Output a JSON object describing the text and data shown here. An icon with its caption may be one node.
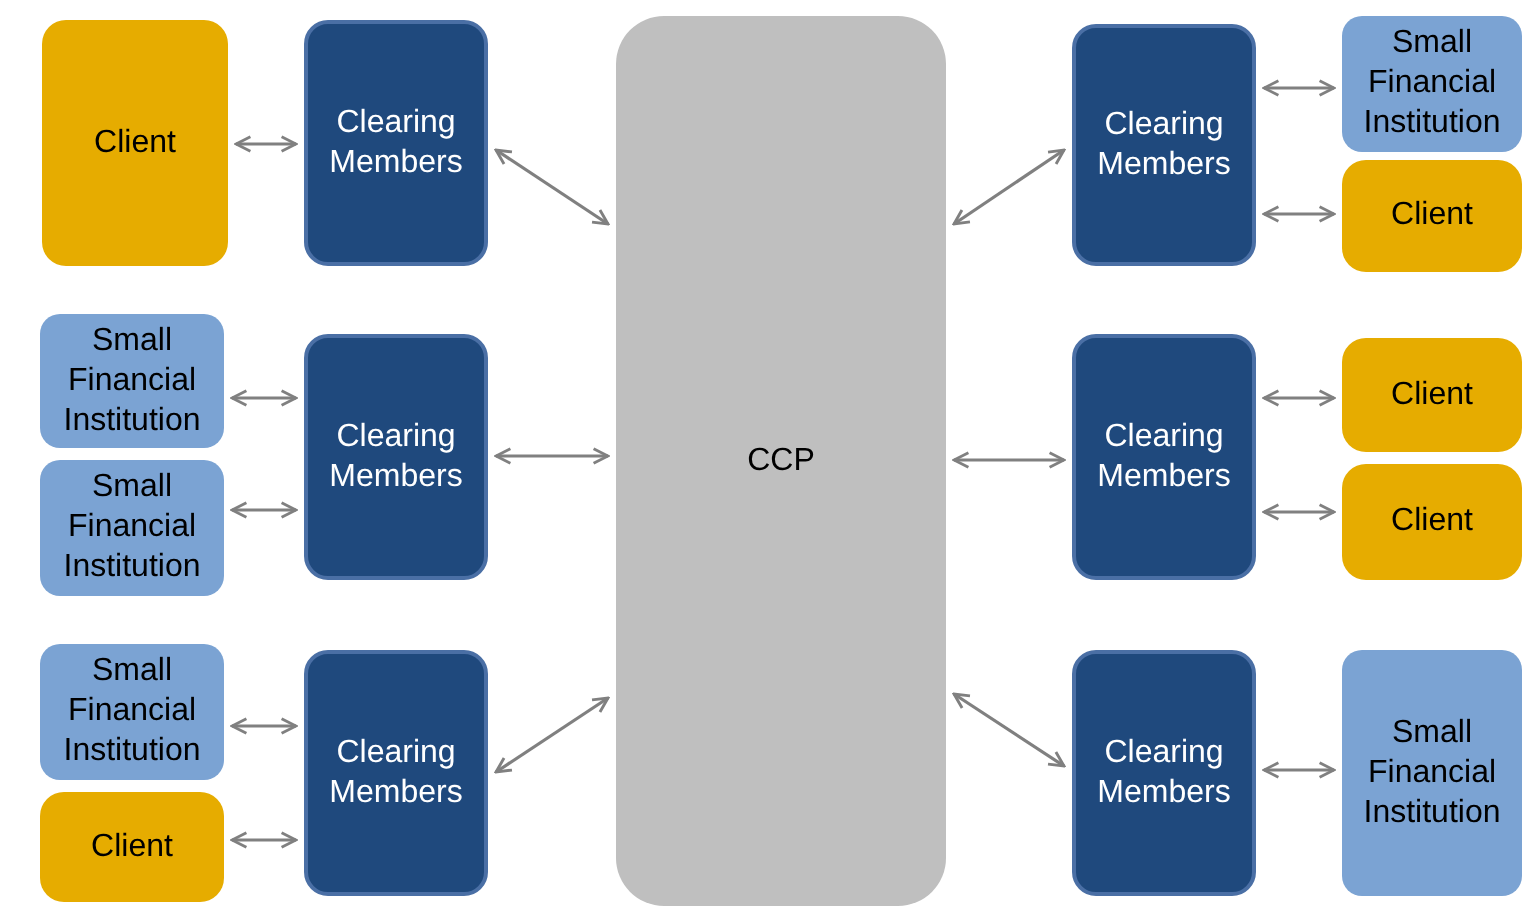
{
  "diagram": {
    "nodes": [
      {
        "text": [
          "Client"
        ]
      },
      {
        "text": [
          "Clearing Members"
        ]
      },
      {
        "text": [
          "CCP"
        ]
      },
      {
        "text": [
          "Small Financial Institution"
        ]
      },
      {
        "text": [
          "Small Financial Institution"
        ]
      },
      {
        "text": [
          "Clearing Members"
        ]
      },
      {
        "text": [
          "Small Financial Institution"
        ]
      },
      {
        "text": [
          "Client"
        ]
      },
      {
        "text": [
          "Clearing Members"
        ]
      },
      {
        "text": [
          "Clearing Members"
        ]
      },
      {
        "text": [
          "Small Financial Institution"
        ]
      },
      {
        "text": [
          "Client"
        ]
      },
      {
        "text": [
          "Clearing Members"
        ]
      },
      {
        "text": [
          "Client"
        ]
      },
      {
        "text": [
          "Client"
        ]
      },
      {
        "text": [
          "Clearing Members"
        ]
      },
      {
        "text": [
          "Small Financial Institution"
        ]
      }
    ],
    "edges": [
      {
        "from": 0,
        "to": 1,
        "arrow": "both"
      },
      {
        "from": 1,
        "to": 2,
        "arrow": "both"
      },
      {
        "from": 3,
        "to": 5,
        "arrow": "both"
      },
      {
        "from": 4,
        "to": 5,
        "arrow": "both"
      },
      {
        "from": 5,
        "to": 2,
        "arrow": "both"
      },
      {
        "from": 6,
        "to": 8,
        "arrow": "both"
      },
      {
        "from": 7,
        "to": 8,
        "arrow": "both"
      },
      {
        "from": 8,
        "to": 2,
        "arrow": "both"
      },
      {
        "from": 2,
        "to": 9,
        "arrow": "both"
      },
      {
        "from": 9,
        "to": 10,
        "arrow": "both"
      },
      {
        "from": 9,
        "to": 11,
        "arrow": "both"
      },
      {
        "from": 2,
        "to": 12,
        "arrow": "both"
      },
      {
        "from": 12,
        "to": 13,
        "arrow": "both"
      },
      {
        "from": 12,
        "to": 14,
        "arrow": "both"
      },
      {
        "from": 2,
        "to": 15,
        "arrow": "both"
      },
      {
        "from": 15,
        "to": 16,
        "arrow": "both"
      }
    ]
  }
}
